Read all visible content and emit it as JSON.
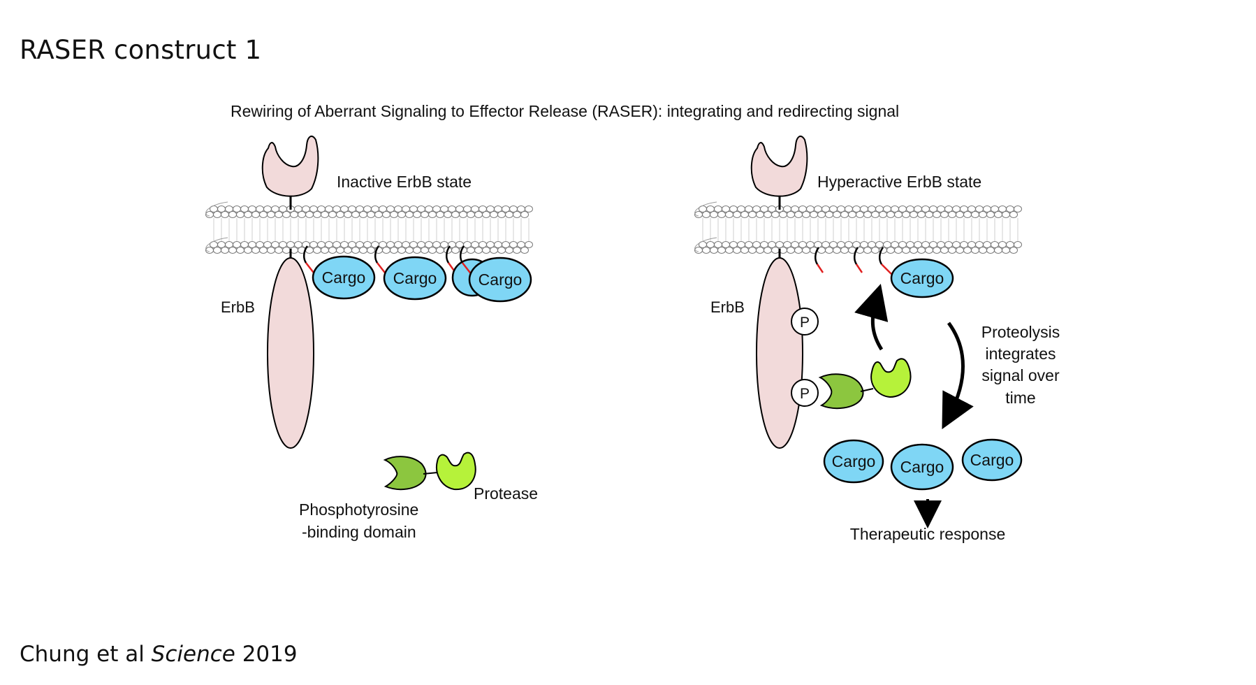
{
  "slide": {
    "title": "RASER construct 1",
    "citation_prefix": "Chung et al ",
    "citation_journal": "Science",
    "citation_year": " 2019"
  },
  "diagram": {
    "heading": "Rewiring of Aberrant Signaling to Effector Release (RASER): integrating and redirecting signal",
    "left_panel": {
      "state_label": "Inactive ErbB state",
      "receptor_label": "ErbB",
      "cargo_labels": [
        "Cargo",
        "Cargo",
        "Cargo"
      ],
      "protease_label": "Protease",
      "ptb_label_line1": "Phosphotyrosine",
      "ptb_label_line2": "-binding domain"
    },
    "right_panel": {
      "state_label": "Hyperactive ErbB state",
      "receptor_label": "ErbB",
      "phospho_labels": [
        "P",
        "P"
      ],
      "tethered_cargo_label": "Cargo",
      "released_cargo_labels": [
        "Cargo",
        "Cargo",
        "Cargo"
      ],
      "process_label": [
        "Proteolysis",
        "integrates",
        "signal over",
        "time"
      ],
      "outcome_label": "Therapeutic response"
    },
    "colors": {
      "receptor": "#f2dada",
      "cargo": "#7fd6f5",
      "ptb_domain": "#8cc63f",
      "protease": "#b6f23a",
      "cleavage_linker": "#e02020",
      "membrane_lipid": "#ffffff"
    }
  }
}
